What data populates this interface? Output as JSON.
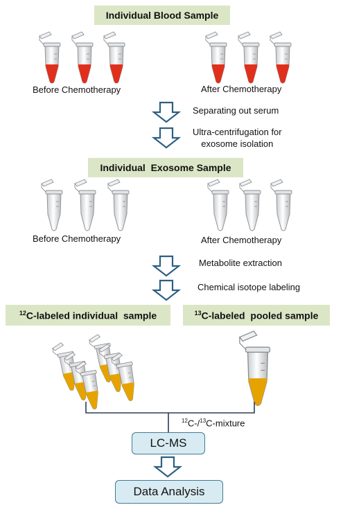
{
  "section1": {
    "title": "Individual Blood Sample",
    "before_label": "Before Chemotherapy",
    "after_label": "After Chemotherapy"
  },
  "steps1": {
    "step1": "Separating out serum",
    "step2_line1": "Ultra-centrifugation for",
    "step2_line2": "exosome isolation"
  },
  "section2": {
    "title": "Individual  Exosome Sample",
    "before_label": "Before Chemotherapy",
    "after_label": "After Chemotherapy"
  },
  "steps2": {
    "step1": "Metabolite extraction",
    "step2": "Chemical isotope labeling"
  },
  "labeled": {
    "left_sup": "12",
    "left_text": "C-labeled individual  sample",
    "right_sup": "13",
    "right_text": "C-labeled  pooled sample"
  },
  "mixture": {
    "sup1": "12",
    "mid": "C-/",
    "sup2": "13",
    "tail": "C-mixture"
  },
  "lcms": "LC-MS",
  "analysis": "Data Analysis",
  "colors": {
    "banner": "#dbe6c6",
    "arrow": "#2d5f82",
    "box_fill": "#d9ebf2",
    "blood": "#e0301c",
    "labeled_liquid": "#e6a300"
  }
}
